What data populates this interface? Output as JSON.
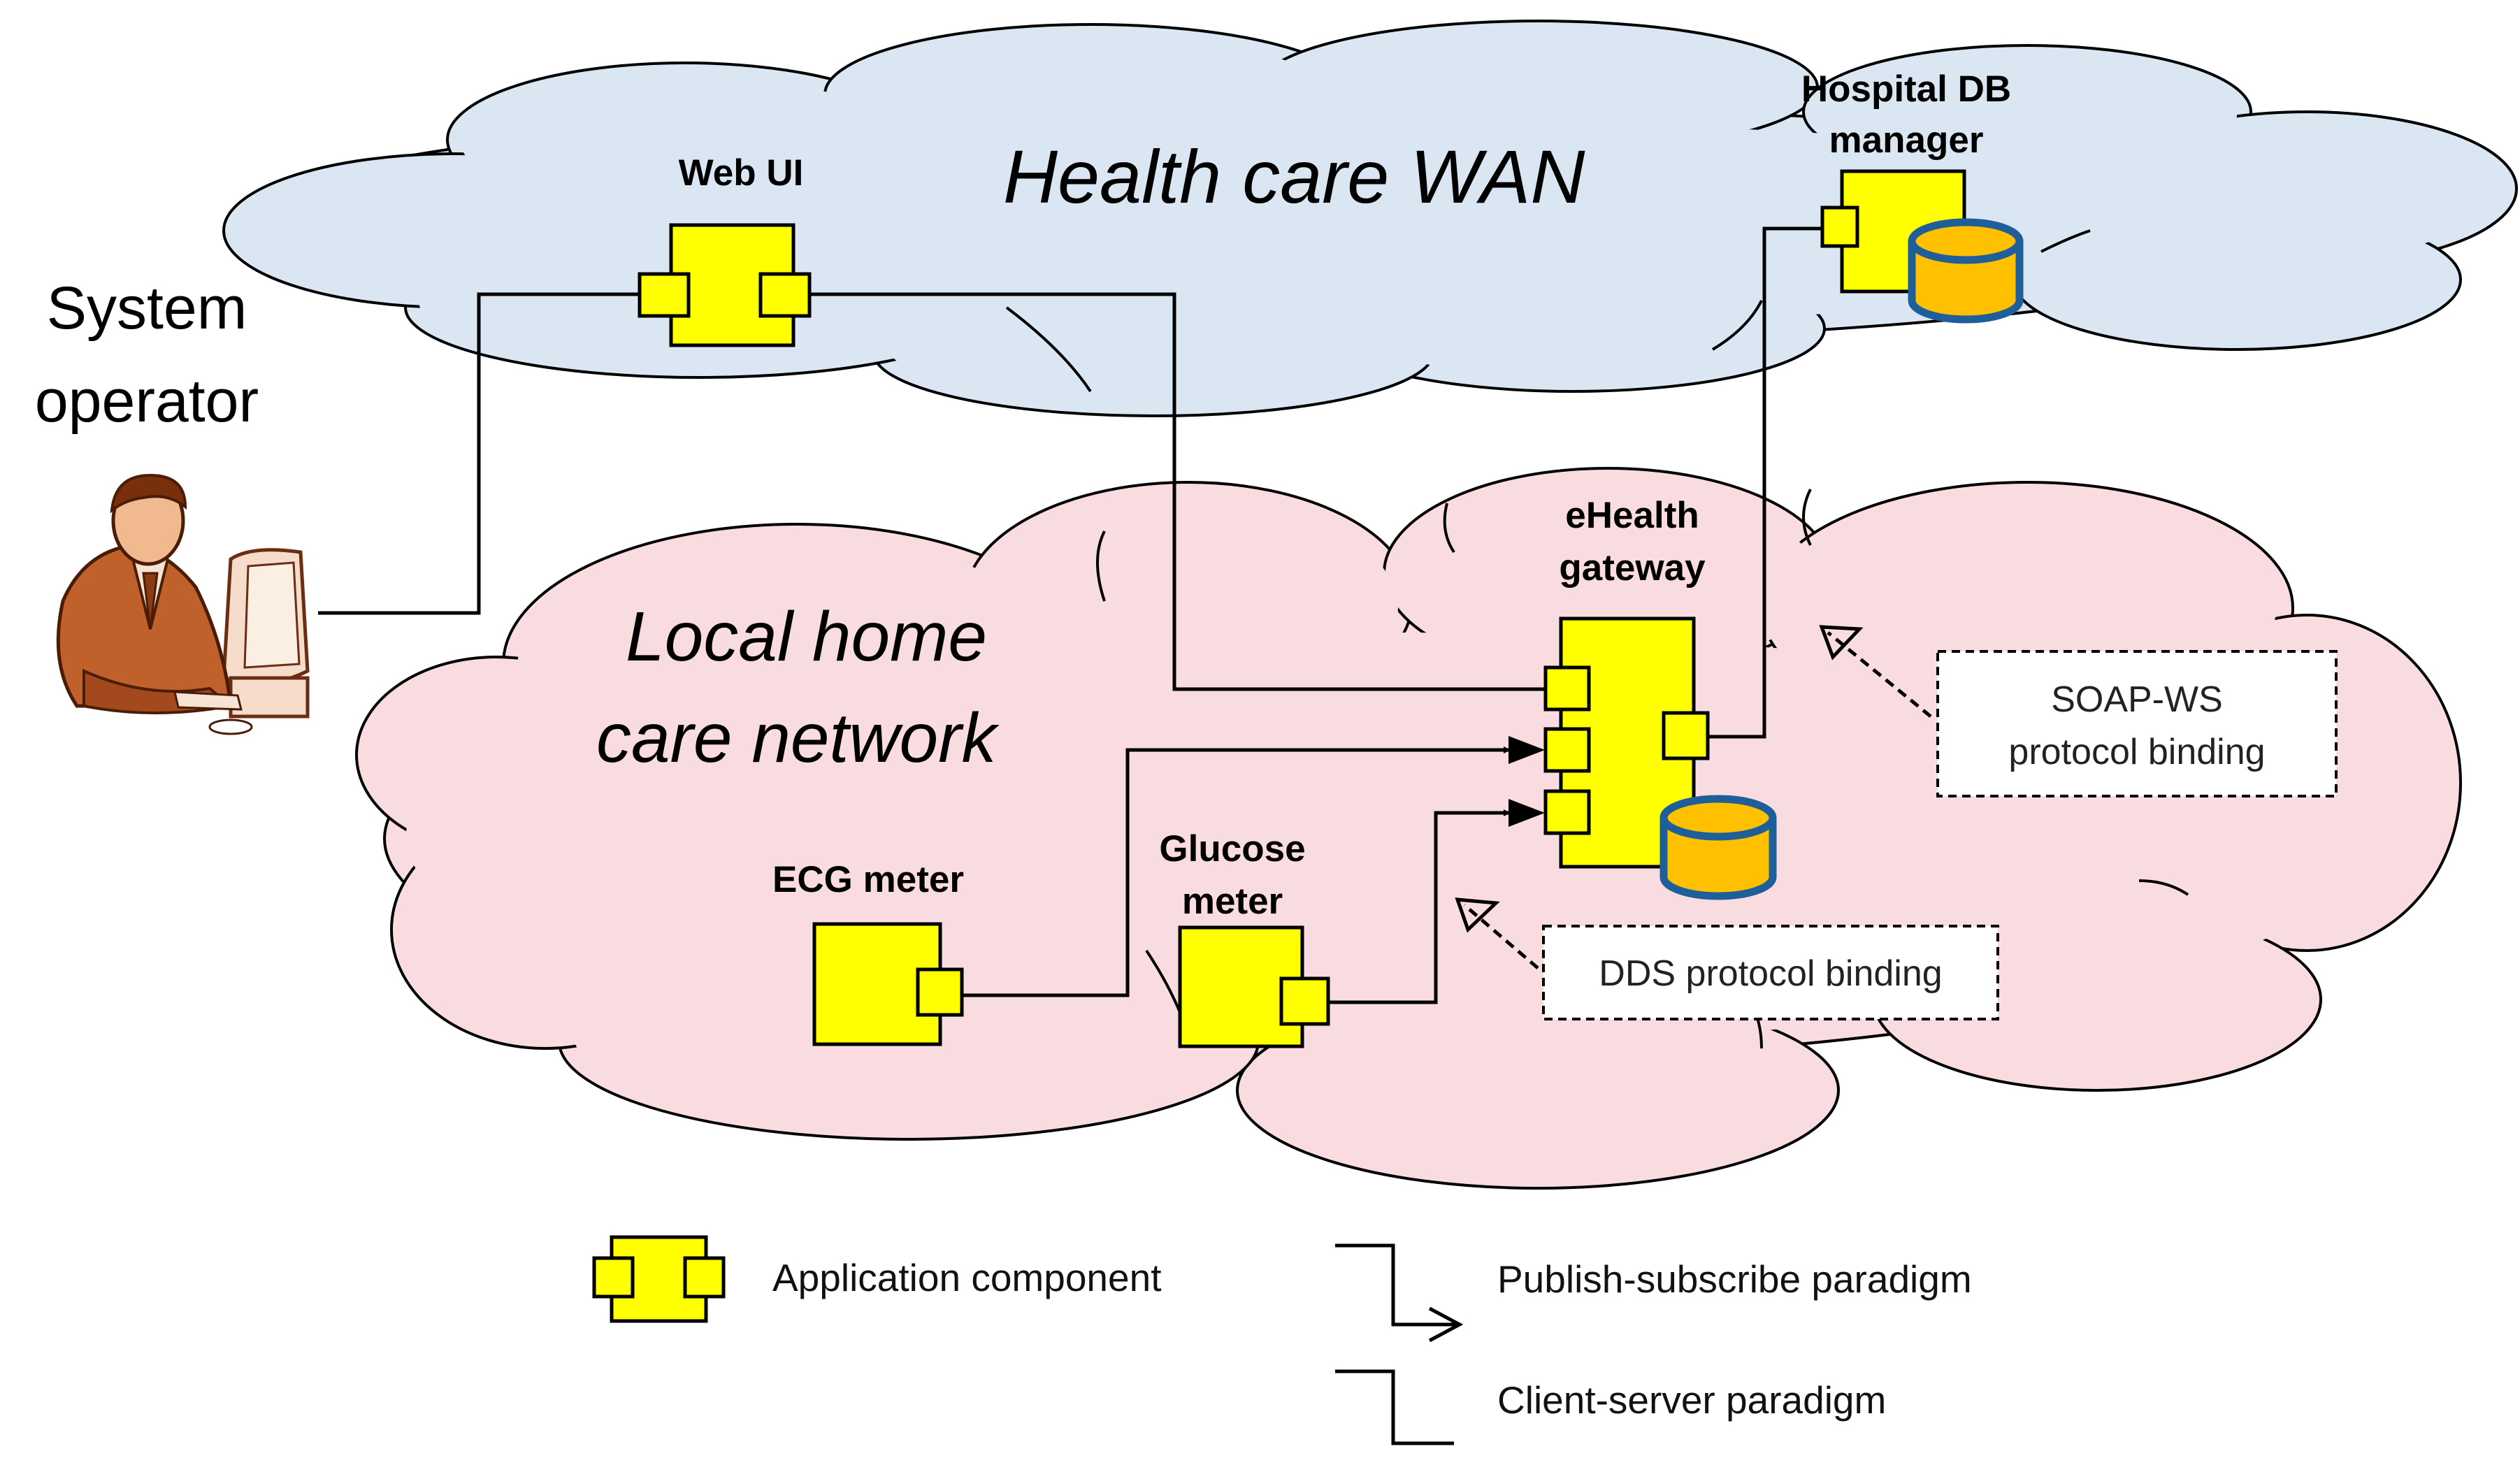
{
  "networks": {
    "wan_title": "Health care WAN",
    "lan_title_line1": "Local home",
    "lan_title_line2": "care network"
  },
  "operator": {
    "label_line1": "System",
    "label_line2": "operator",
    "icon": "operator-at-computer-icon"
  },
  "components": {
    "web_ui": {
      "label": "Web UI"
    },
    "hospital_db": {
      "label_line1": "Hospital DB",
      "label_line2": "manager",
      "icon": "database-icon"
    },
    "gateway": {
      "label_line1": "eHealth",
      "label_line2": "gateway",
      "icon": "database-icon"
    },
    "ecg": {
      "label": "ECG meter"
    },
    "glucose": {
      "label_line1": "Glucose",
      "label_line2": "meter"
    }
  },
  "notes": {
    "soap_line1": "SOAP-WS",
    "soap_line2": "protocol binding",
    "dds": "DDS protocol binding"
  },
  "legend": {
    "component": "Application component",
    "pubsub": "Publish-subscribe paradigm",
    "clientserver": "Client-server paradigm"
  },
  "colors": {
    "wan_fill": "#dae7f3",
    "lan_fill": "#f9dcdf",
    "component_fill": "#ffff00",
    "database_fill": "#ffc000",
    "database_stroke": "#1f5f99",
    "line": "#000000"
  }
}
